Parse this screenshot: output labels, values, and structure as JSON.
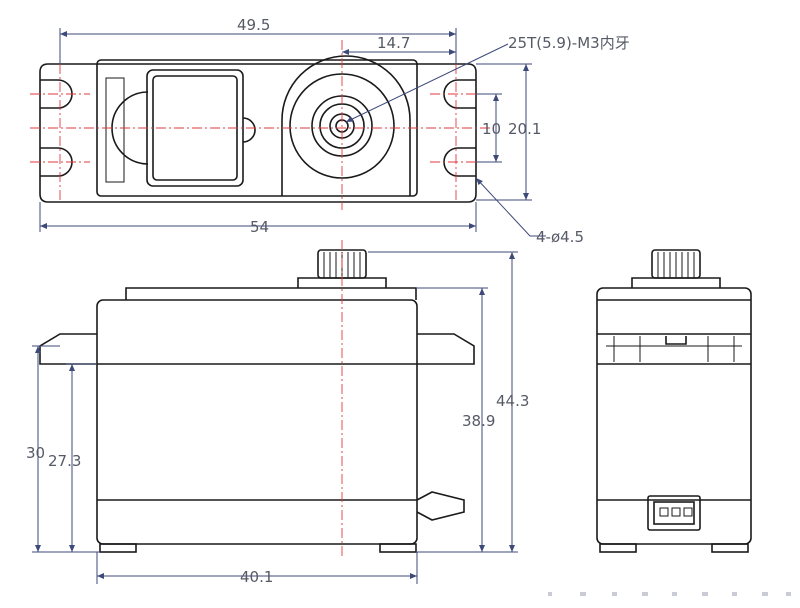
{
  "top_view": {
    "overall_width": "49.5",
    "spline_offset": "14.7",
    "spline_note": "25T(5.9)-M3内牙",
    "hole_spacing": "10",
    "ear_height": "20.1",
    "mount_span": "54",
    "hole_note": "4-ø4.5"
  },
  "front_view": {
    "total_height": "44.3",
    "body_height": "38.9",
    "ear_height_outer": "30",
    "ear_height_inner": "27.3",
    "body_width": "40.1"
  },
  "side_view": {}
}
